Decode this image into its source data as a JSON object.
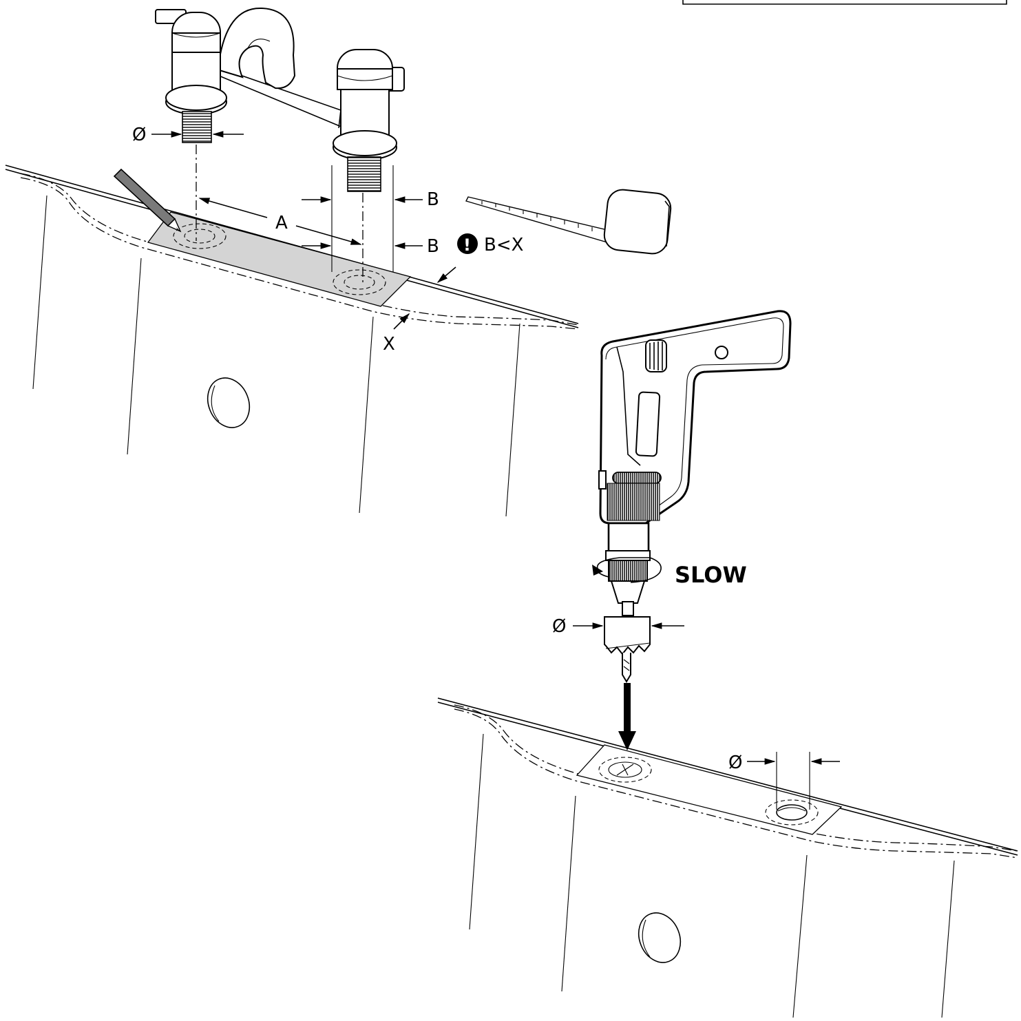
{
  "labels": {
    "diameter_tap": "Ø",
    "diameter_saw": "Ø",
    "diameter_hole": "Ø",
    "dim_a": "A",
    "dim_b_top": "B",
    "dim_b_bottom": "B",
    "dim_x": "X",
    "condition": "B<X",
    "warning_mark": "!",
    "speed": "SLOW"
  },
  "icons": [
    "tap-assembly-icon",
    "pencil-icon",
    "tape-measure-icon",
    "drill-icon",
    "hole-saw-icon",
    "warning-icon",
    "rotation-arrow-icon"
  ],
  "colors": {
    "line": "#000000",
    "tape_shade": "#d4d4d4",
    "background": "#ffffff"
  }
}
